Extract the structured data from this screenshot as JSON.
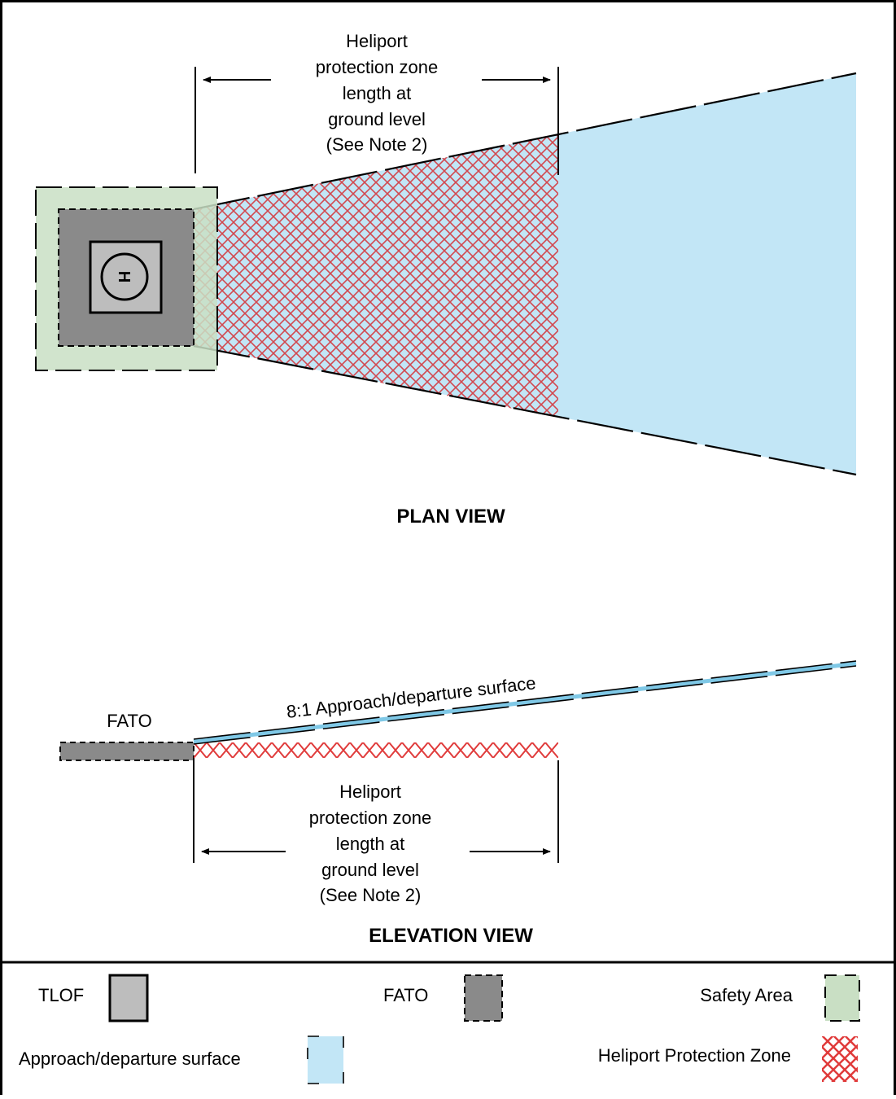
{
  "colors": {
    "safety_area": "#c9dfc4",
    "fato": "#8a8a8a",
    "tlof": "#bdbdbd",
    "approach_surface": "#c2e6f6",
    "approach_line": "#7fc8e6",
    "protection_zone": "#e03a3a",
    "frame": "#000000"
  },
  "plan_view": {
    "title": "PLAN VIEW",
    "dimension_label": [
      "Heliport",
      "protection zone",
      "length at",
      "ground level",
      "(See Note 2)"
    ],
    "helipad_marking": "H"
  },
  "elevation_view": {
    "title": "ELEVATION VIEW",
    "fato_label": "FATO",
    "surface_label": "8:1 Approach/departure surface",
    "dimension_label": [
      "Heliport",
      "protection zone",
      "length at",
      "ground level",
      "(See Note 2)"
    ]
  },
  "legend": {
    "tlof": "TLOF",
    "fato": "FATO",
    "safety_area": "Safety Area",
    "approach_surface": "Approach/departure surface",
    "protection_zone": "Heliport Protection Zone"
  }
}
